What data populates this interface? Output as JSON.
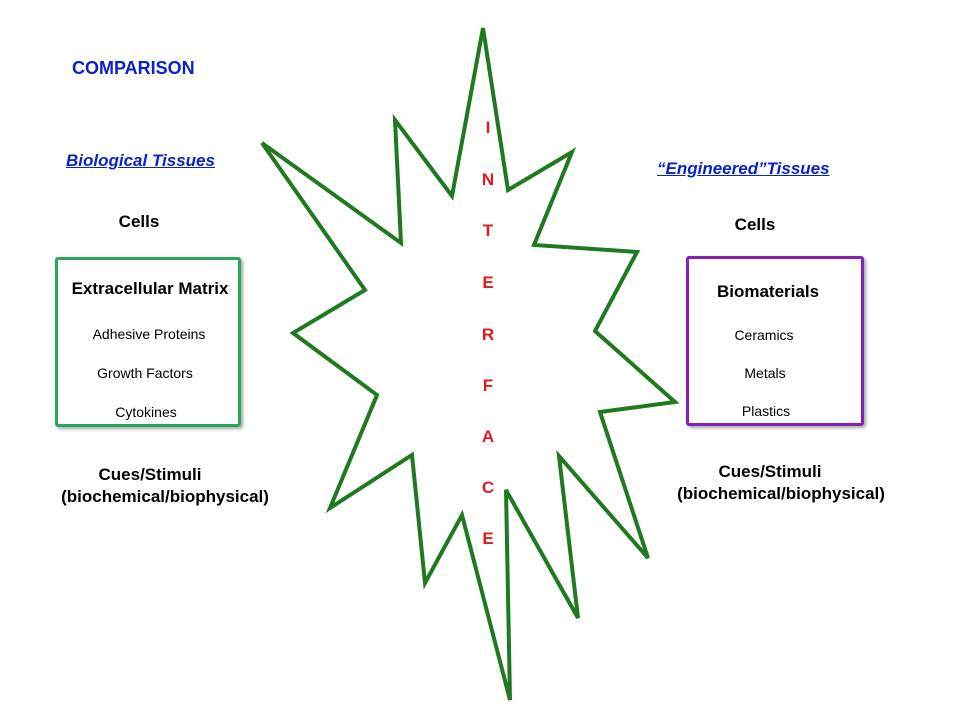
{
  "title": "COMPARISON",
  "left": {
    "heading": "Biological Tissues",
    "cells": "Cells",
    "box_title": "Extracellular Matrix",
    "items": [
      "Adhesive Proteins",
      "Growth Factors",
      "Cytokines"
    ],
    "cues_line1": "Cues/Stimuli",
    "cues_line2": "(biochemical/biophysical)"
  },
  "right": {
    "heading": "“Engineered”Tissues",
    "cells": "Cells",
    "box_title": "Biomaterials",
    "items": [
      "Ceramics",
      "Metals",
      "Plastics"
    ],
    "cues_line1": "Cues/Stimuli",
    "cues_line2": "(biochemical/biophysical)"
  },
  "interface_letters": [
    "I",
    "N",
    "T",
    "E",
    "R",
    "F",
    "A",
    "C",
    "E"
  ],
  "colors": {
    "heading_blue": "#0a22c8",
    "star_outline": "#1f7a1f",
    "interface_red": "#e01b1b",
    "left_box_border": "#2aa85a",
    "right_box_border": "#8a1fb5"
  }
}
